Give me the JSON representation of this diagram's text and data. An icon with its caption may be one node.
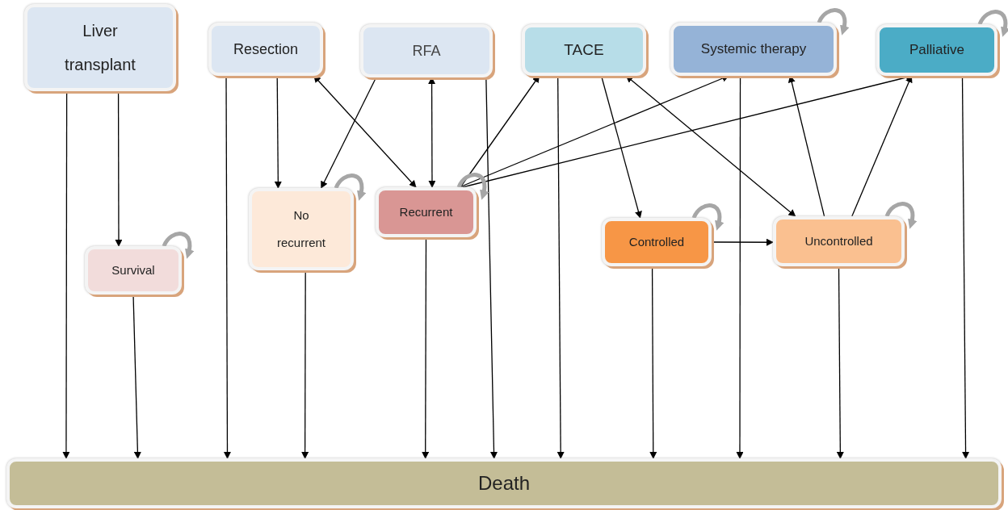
{
  "diagram": {
    "nodes": [
      {
        "text": [
          "Liver transplant"
        ]
      },
      {
        "text": [
          "Resection"
        ]
      },
      {
        "text": [
          "RFA"
        ]
      },
      {
        "text": [
          "TACE"
        ]
      },
      {
        "text": [
          "Systemic therapy"
        ]
      },
      {
        "text": [
          "Palliative"
        ]
      },
      {
        "text": [
          "Survival"
        ]
      },
      {
        "text": [
          "No recurrent"
        ]
      },
      {
        "text": [
          "Recurrent"
        ]
      },
      {
        "text": [
          "Controlled"
        ]
      },
      {
        "text": [
          "Uncontrolled"
        ]
      },
      {
        "text": [
          "Death"
        ]
      }
    ],
    "edges": [
      {
        "from": 0,
        "to": 11,
        "arrow": "to"
      },
      {
        "from": 0,
        "to": 6,
        "arrow": "to"
      },
      {
        "from": 6,
        "to": 11,
        "arrow": "to"
      },
      {
        "from": 1,
        "to": 11,
        "arrow": "to"
      },
      {
        "from": 1,
        "to": 7,
        "arrow": "to"
      },
      {
        "from": 1,
        "to": 8,
        "arrow": "both"
      },
      {
        "from": 2,
        "to": 7,
        "arrow": "to"
      },
      {
        "from": 2,
        "to": 8,
        "arrow": "both"
      },
      {
        "from": 2,
        "to": 11,
        "arrow": "to"
      },
      {
        "from": 8,
        "to": 3,
        "arrow": "to"
      },
      {
        "from": 8,
        "to": 4,
        "arrow": "to"
      },
      {
        "from": 8,
        "to": 5,
        "arrow": "to"
      },
      {
        "from": 7,
        "to": 11,
        "arrow": "to"
      },
      {
        "from": 8,
        "to": 11,
        "arrow": "to"
      },
      {
        "from": 3,
        "to": 11,
        "arrow": "to"
      },
      {
        "from": 3,
        "to": 9,
        "arrow": "to"
      },
      {
        "from": 3,
        "to": 10,
        "arrow": "both"
      },
      {
        "from": 9,
        "to": 10,
        "arrow": "to"
      },
      {
        "from": 9,
        "to": 11,
        "arrow": "to"
      },
      {
        "from": 4,
        "to": 11,
        "arrow": "to"
      },
      {
        "from": 10,
        "to": 4,
        "arrow": "to"
      },
      {
        "from": 10,
        "to": 5,
        "arrow": "to"
      },
      {
        "from": 10,
        "to": 11,
        "arrow": "to"
      },
      {
        "from": 5,
        "to": 11,
        "arrow": "to"
      },
      {
        "from": 4,
        "to": 4,
        "arrow": "to",
        "style": "thick",
        "color": "#a6a6a6"
      },
      {
        "from": 5,
        "to": 5,
        "arrow": "to",
        "style": "thick",
        "color": "#a6a6a6"
      },
      {
        "from": 6,
        "to": 6,
        "arrow": "to",
        "style": "thick",
        "color": "#a6a6a6"
      },
      {
        "from": 7,
        "to": 7,
        "arrow": "to",
        "style": "thick",
        "color": "#a6a6a6"
      },
      {
        "from": 8,
        "to": 8,
        "arrow": "to",
        "style": "thick",
        "color": "#a6a6a6"
      },
      {
        "from": 9,
        "to": 9,
        "arrow": "to",
        "style": "thick",
        "color": "#a6a6a6"
      },
      {
        "from": 10,
        "to": 10,
        "arrow": "to",
        "style": "thick",
        "color": "#a6a6a6"
      }
    ]
  }
}
